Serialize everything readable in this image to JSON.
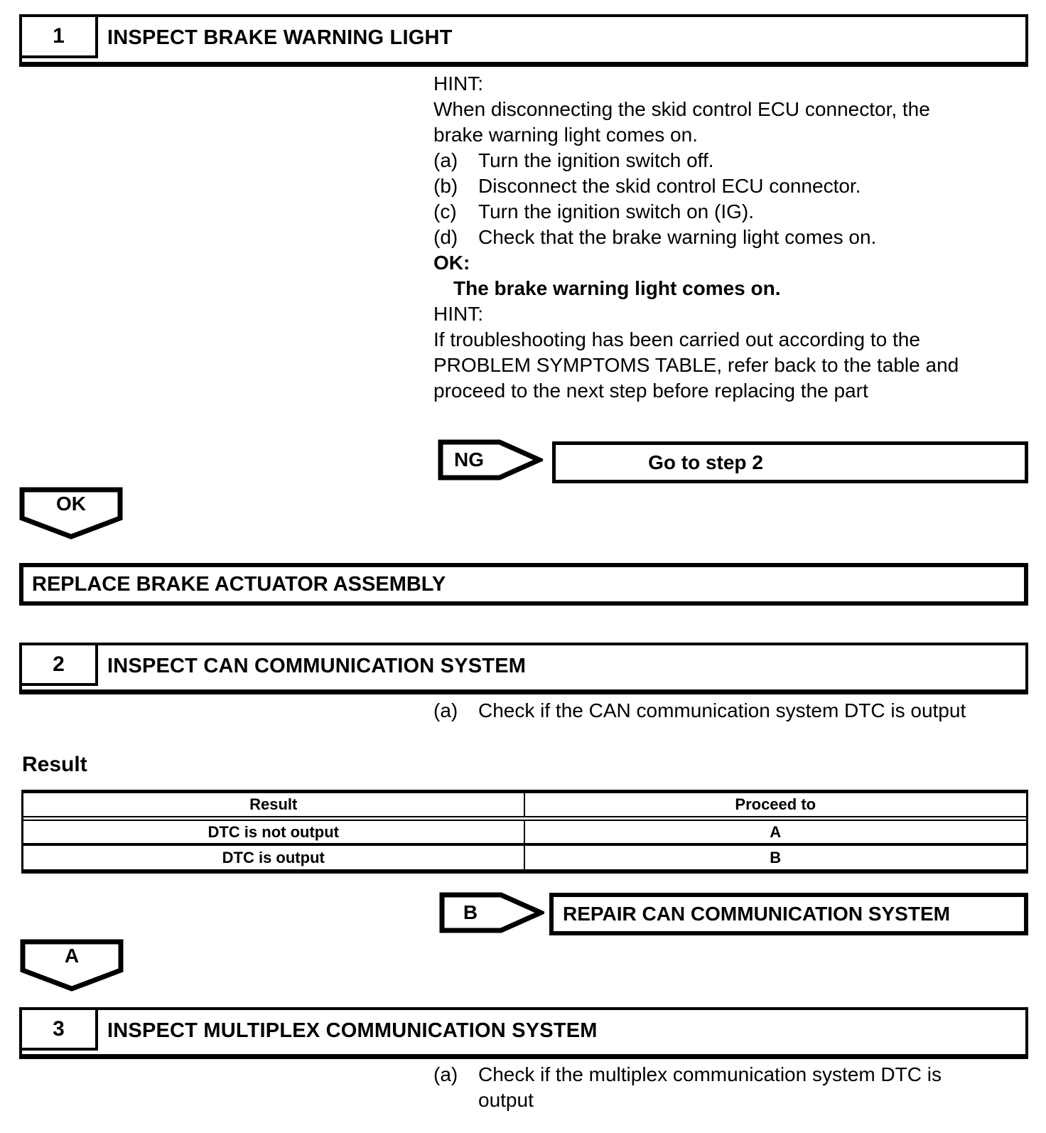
{
  "step1": {
    "number": "1",
    "title": "INSPECT BRAKE WARNING LIGHT",
    "hint1_label": "HINT:",
    "hint1_lines": [
      "When disconnecting the skid control ECU connector, the",
      "brake warning light comes on."
    ],
    "substeps": [
      {
        "marker": "(a)",
        "text": "Turn the ignition switch off."
      },
      {
        "marker": "(b)",
        "text": "Disconnect the skid control ECU connector."
      },
      {
        "marker": "(c)",
        "text": "Turn the ignition switch on (IG)."
      },
      {
        "marker": "(d)",
        "text": "Check that the brake warning light comes on."
      }
    ],
    "ok_label": "OK:",
    "ok_condition": "The brake warning light comes on.",
    "hint2_label": "HINT:",
    "hint2_lines": [
      "If troubleshooting has been carried out according to the",
      "PROBLEM SYMPTOMS TABLE, refer back to the table and",
      "proceed to the next step before replacing the part"
    ],
    "ng_label": "NG",
    "ng_action": "Go to step 2",
    "ok_branch_label": "OK",
    "ok_action": "REPLACE BRAKE ACTUATOR ASSEMBLY"
  },
  "step2": {
    "number": "2",
    "title": "INSPECT CAN COMMUNICATION SYSTEM",
    "substeps": [
      {
        "marker": "(a)",
        "text": "Check if the CAN communication system DTC is output"
      }
    ],
    "result_label": "Result",
    "table": {
      "headers": [
        "Result",
        "Proceed to"
      ],
      "rows": [
        [
          "DTC is not output",
          "A"
        ],
        [
          "DTC is output",
          "B"
        ]
      ]
    },
    "b_branch_label": "B",
    "b_action": "REPAIR CAN COMMUNICATION SYSTEM",
    "a_branch_label": "A"
  },
  "step3": {
    "number": "3",
    "title": "INSPECT MULTIPLEX COMMUNICATION SYSTEM",
    "substeps": [
      {
        "marker": "(a)",
        "lines": [
          "Check if the multiplex communication system DTC is",
          "output"
        ]
      }
    ]
  },
  "colors": {
    "ink": "#000000",
    "paper": "#ffffff"
  }
}
